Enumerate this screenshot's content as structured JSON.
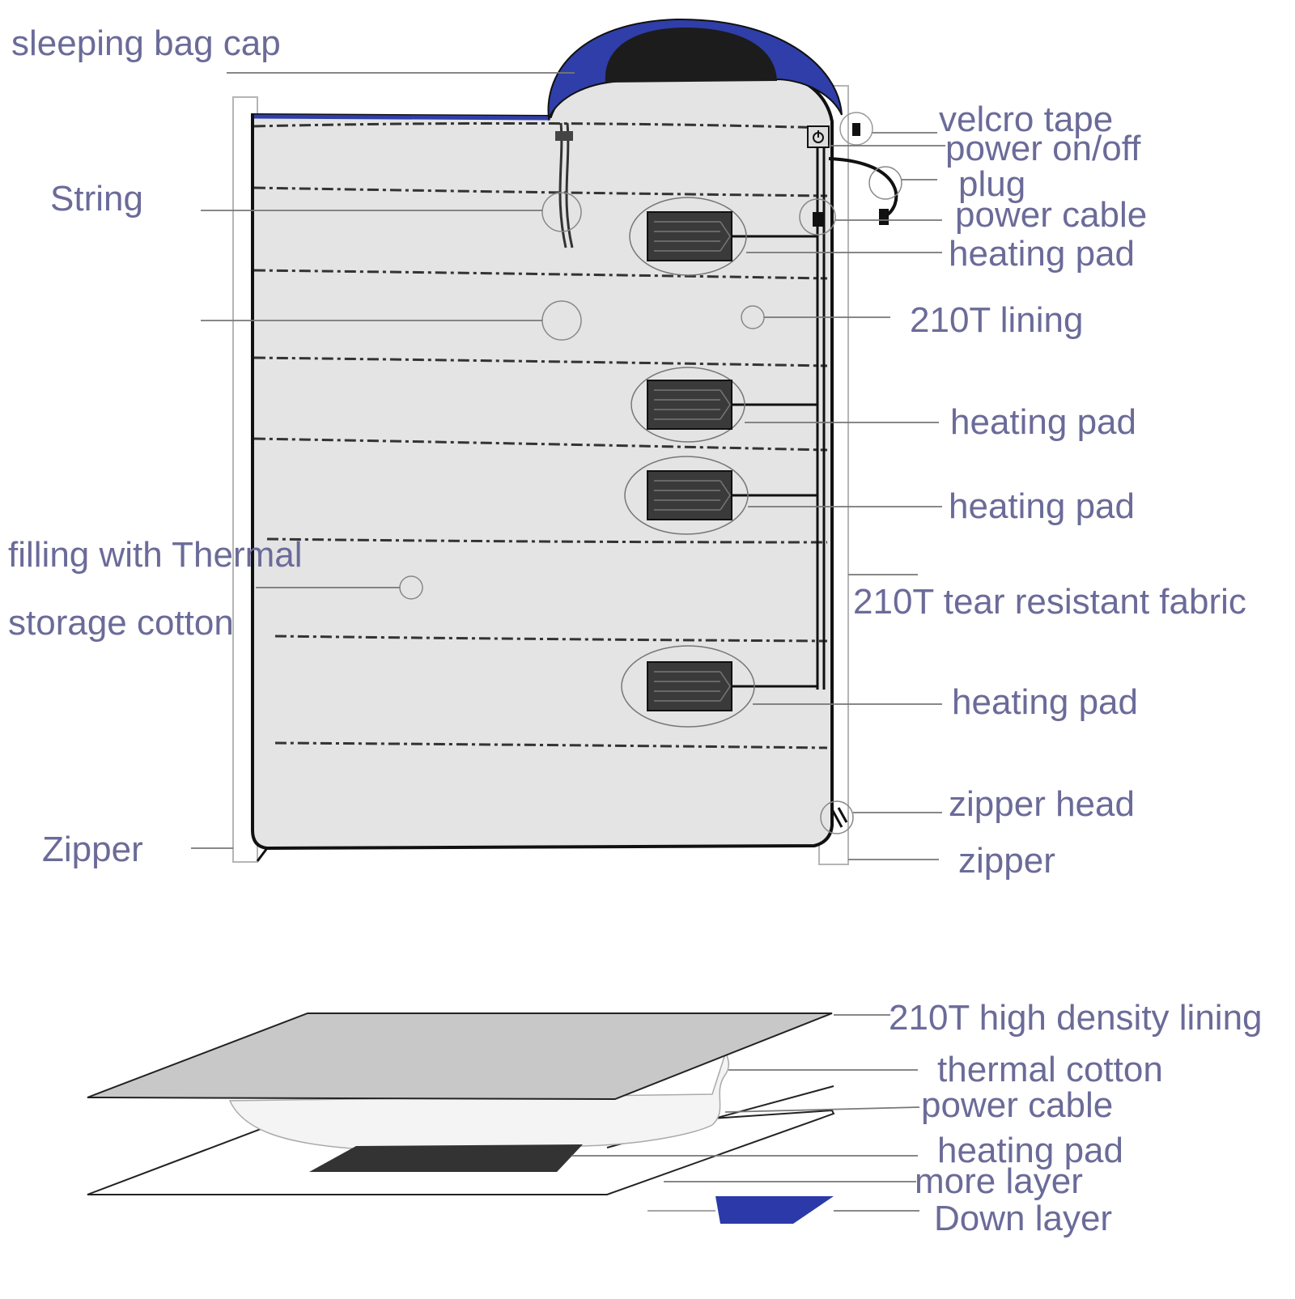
{
  "colors": {
    "label_text": "#6b6b99",
    "bag_fill": "#e4e4e4",
    "cap_blue": "#2f3ea8",
    "cap_dark": "#1c1c1c",
    "heating_pad": "#3a3a3a",
    "leader_line": "#8a8a8a",
    "layer_gray": "#c8c8c8",
    "down_blue": "#2b3aa8"
  },
  "icons": {
    "power": "power-icon",
    "plug": "plug-icon",
    "velcro": "velcro-icon",
    "zipper_pull": "zipper-pull-icon"
  },
  "labels": {
    "sleeping_bag_cap": "sleeping bag cap",
    "string": "String",
    "filling_line1": "filling with Thermal",
    "filling_line2": "storage cotton",
    "zipper_left": "Zipper",
    "velcro_tape": "velcro tape",
    "power_on_off": "power on/off",
    "plug": "plug",
    "power_cable": "power cable",
    "heating_pad_1": "heating pad",
    "lining_210t": "210T lining",
    "heating_pad_2": "heating pad",
    "heating_pad_3": "heating pad",
    "tear_resistant_fabric": "210T tear resistant fabric",
    "heating_pad_4": "heating pad",
    "zipper_head": "zipper head",
    "zipper_right": "zipper"
  },
  "layers": {
    "high_density_lining": "210T high density lining",
    "thermal_cotton": "thermal cotton",
    "power_cable": "power cable",
    "heating_pad": "heating pad",
    "more_layer": "more layer",
    "down_layer": "Down layer"
  }
}
